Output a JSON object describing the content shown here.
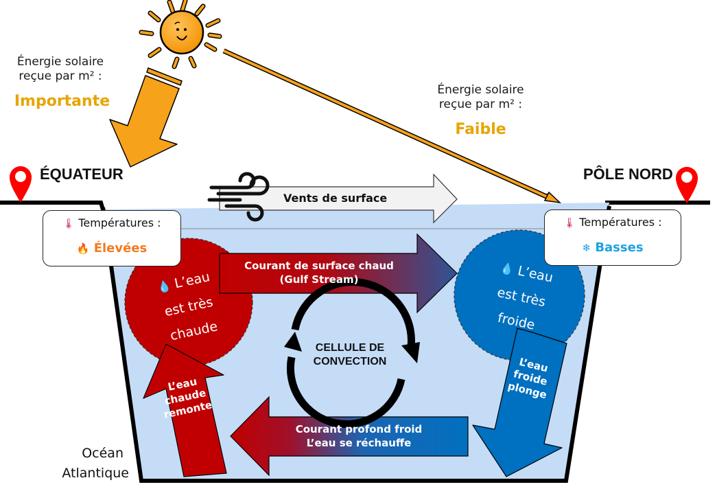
{
  "diagram": {
    "left_energy": {
      "label_line1": "Énergie solaire",
      "label_line2": "reçue par m² :",
      "value": "Importante"
    },
    "right_energy": {
      "label_line1": "Énergie solaire",
      "label_line2": "reçue par m² :",
      "value": "Faible"
    },
    "locations": {
      "left": "ÉQUATEUR",
      "right": "PÔLE NORD"
    },
    "left_temperature": {
      "label": "Températures :",
      "value": "Élevées",
      "value_icon": "fire-icon",
      "label_icon": "thermometer-icon"
    },
    "right_temperature": {
      "label": "Températures :",
      "value": "Basses",
      "value_icon": "snowflake-icon",
      "label_icon": "thermometer-icon"
    },
    "wind": {
      "label": "Vents de surface",
      "icon": "wind-icon"
    },
    "surface_current": {
      "line1": "Courant de surface chaud",
      "line2": "(Gulf Stream)"
    },
    "deep_current": {
      "line1": "Courant profond froid",
      "line2": "L’eau se réchauffe"
    },
    "hot_water": {
      "line1": "L’eau",
      "line2": "est très",
      "line3": "chaude",
      "icon": "droplet-icon"
    },
    "cold_water": {
      "line1": "L’eau",
      "line2": "est très",
      "line3": "froide",
      "icon": "droplet-icon"
    },
    "rising": {
      "line1": "L’eau",
      "line2": "chaude",
      "line3": "remonte"
    },
    "sinking": {
      "line1": "L’eau",
      "line2": "froide",
      "line3": "plonge"
    },
    "convection": {
      "line1": "CELLULE DE",
      "line2": "CONVECTION"
    },
    "ocean": {
      "line1": "Océan",
      "line2": "Atlantique"
    },
    "colors": {
      "sun_orange": "#f7a21b",
      "energy_yellow": "#e6a500",
      "hot_red": "#c00000",
      "cold_blue": "#0070c0",
      "ocean_fill": "#c5dcf7",
      "fire_orange": "#f47a1f",
      "snow_blue": "#1aa3e0",
      "pin_red": "#ff0000"
    }
  }
}
